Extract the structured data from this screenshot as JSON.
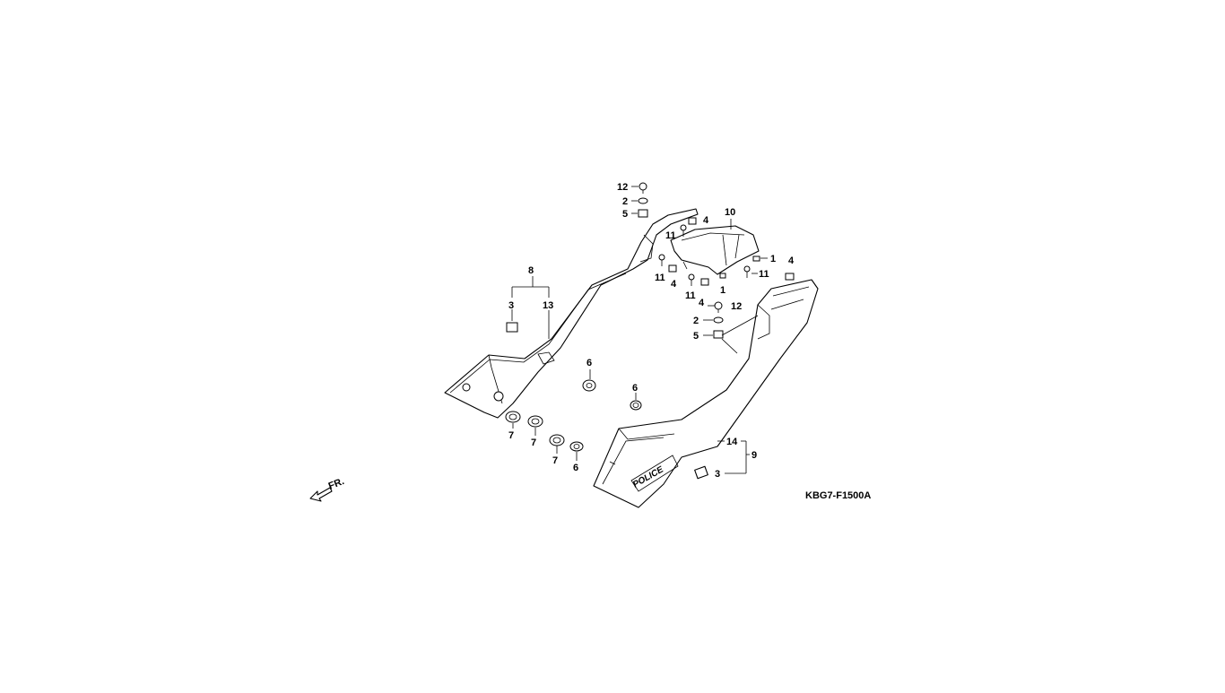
{
  "diagram": {
    "code": "KBG7-F1500A",
    "front_label": "FR.",
    "emblem_text": "POLICE",
    "callouts": {
      "c12a": "12",
      "c2a": "2",
      "c5a": "5",
      "c11a": "11",
      "c4a": "4",
      "c10": "10",
      "c1a": "1",
      "c4b": "4",
      "c11b": "11",
      "c4c": "4",
      "c11c": "11",
      "c11d": "11",
      "c1b": "1",
      "c4d": "4",
      "c12b": "12",
      "c2b": "2",
      "c5b": "5",
      "c8": "8",
      "c3a": "3",
      "c13": "13",
      "c6a": "6",
      "c6b": "6",
      "c7a": "7",
      "c7b": "7",
      "c7c": "7",
      "c6c": "6",
      "c14": "14",
      "c9": "9",
      "c3b": "3"
    }
  }
}
